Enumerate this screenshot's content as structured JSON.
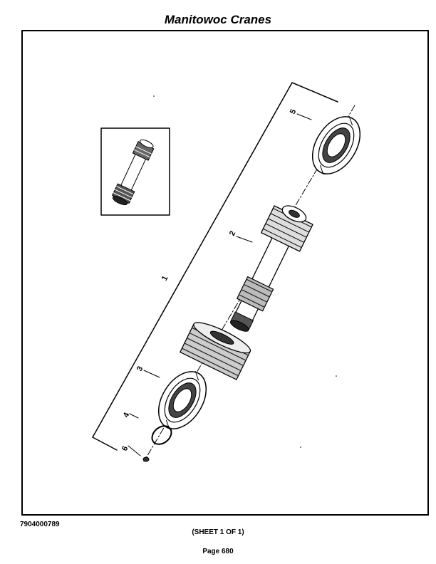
{
  "header": {
    "title": "Manitowoc Cranes"
  },
  "drawing": {
    "callouts": [
      {
        "id": "1",
        "label": "1"
      },
      {
        "id": "2",
        "label": "2"
      },
      {
        "id": "3",
        "label": "3"
      },
      {
        "id": "4",
        "label": "4"
      },
      {
        "id": "5",
        "label": "5"
      },
      {
        "id": "6",
        "label": "6"
      }
    ]
  },
  "footer": {
    "drawing_number": "7904000789",
    "sheet": "(SHEET 1 OF 1)",
    "page": "Page 680"
  }
}
